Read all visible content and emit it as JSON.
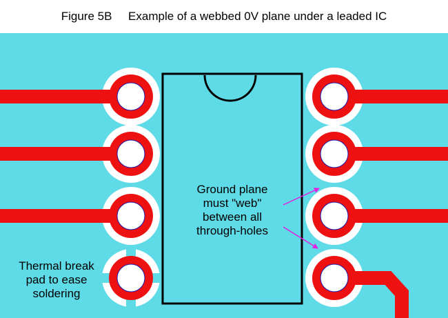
{
  "figure": {
    "title": "Figure 5B     Example of a webbed 0V plane under a leaded IC"
  },
  "annotations": {
    "ground_plane": [
      "Ground plane",
      "must \"web\"",
      "between all",
      "through-holes"
    ],
    "thermal_break": [
      "Thermal break",
      "pad to ease",
      "soldering"
    ]
  },
  "colors": {
    "ground_plane": "#5fdbe7",
    "copper": "#ee1111",
    "hole": "#ffffff",
    "hole_outline": "#1a1aa8",
    "ic_outline": "#000000",
    "arrow": "#e61ee0"
  }
}
